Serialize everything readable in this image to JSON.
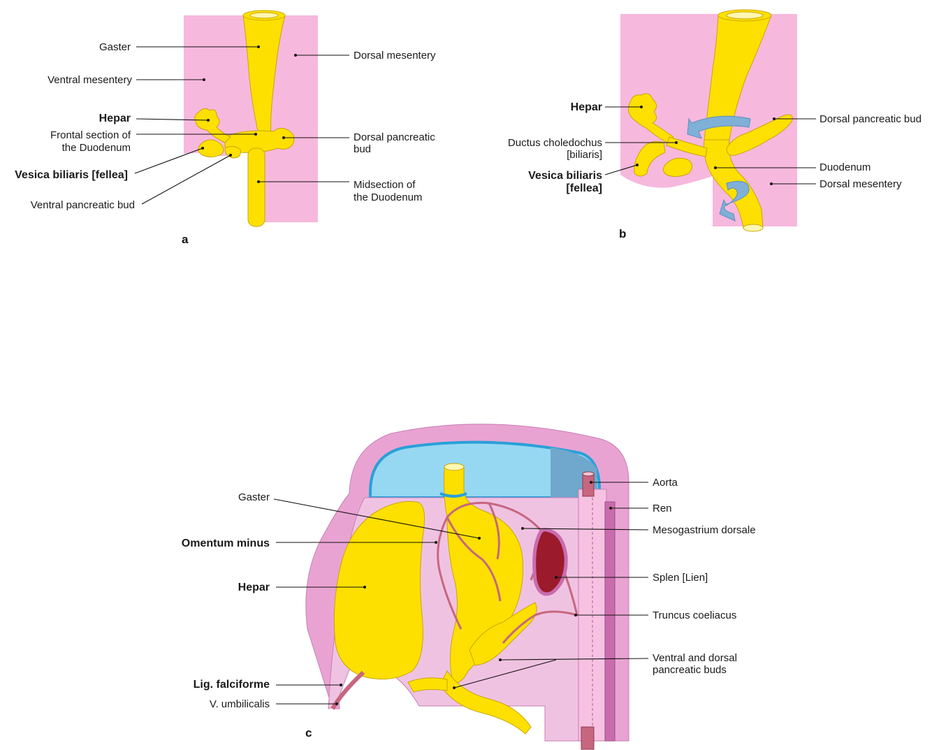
{
  "colors": {
    "mesentery": "#f7b8dd",
    "organ": "#fde000",
    "organ_shade": "#e8c800",
    "outline": "#c9a600",
    "wall": "#e9a3d3",
    "cavity_top": "#96d8f2",
    "cavity_dark": "#6fa8cc",
    "peritoneum": "#2aa0d8",
    "vessel": "#c7667f",
    "spleen": "#9b1a2c",
    "arrow": "#7fb0d8"
  },
  "panel_a": {
    "letter": "a",
    "labels": {
      "gaster": "Gaster",
      "dorsal_mesentery": "Dorsal mesentery",
      "ventral_mesentery": "Ventral mesentery",
      "hepar": "Hepar",
      "frontal_section_1": "Frontal section of",
      "frontal_section_2": "the Duodenum",
      "dorsal_bud_1": "Dorsal pancreatic",
      "dorsal_bud_2": "bud",
      "vesica": "Vesica biliaris [fellea]",
      "midsection_1": "Midsection of",
      "midsection_2": "the Duodenum",
      "ventral_bud": "Ventral pancreatic bud"
    }
  },
  "panel_b": {
    "letter": "b",
    "labels": {
      "hepar": "Hepar",
      "ductus_1": "Ductus choledochus",
      "ductus_2": "[biliaris]",
      "vesica_1": "Vesica biliaris",
      "vesica_2": "[fellea]",
      "dorsal_bud": "Dorsal pancreatic bud",
      "duodenum": "Duodenum",
      "dorsal_mesentery": "Dorsal mesentery"
    }
  },
  "panel_c": {
    "letter": "c",
    "labels": {
      "gaster": "Gaster",
      "omentum_minus": "Omentum minus",
      "hepar": "Hepar",
      "lig_falciforme": "Lig. falciforme",
      "v_umbilicalis": "V. umbilicalis",
      "aorta": "Aorta",
      "ren": "Ren",
      "mesogastrium": "Mesogastrium dorsale",
      "splen": "Splen [Lien]",
      "truncus": "Truncus coeliacus",
      "buds_1": "Ventral and dorsal",
      "buds_2": "pancreatic buds"
    }
  }
}
